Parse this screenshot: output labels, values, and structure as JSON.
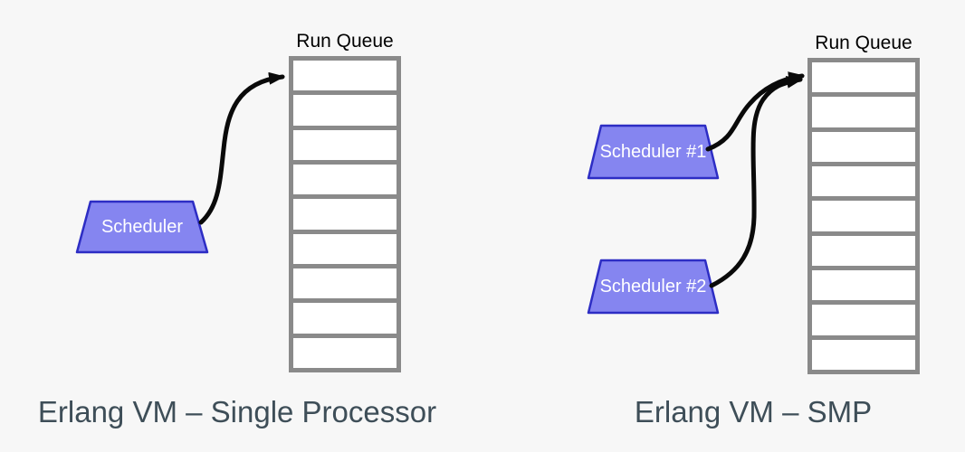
{
  "canvas": {
    "background": "#f7f7f7"
  },
  "colors": {
    "scheduler_fill": "#8585f0",
    "scheduler_border": "#2d2dc4",
    "scheduler_text": "#ffffff",
    "queue_border": "#8a8a8a",
    "queue_cell_fill": "#ffffff",
    "arrow": "#0a0a0a",
    "caption_text": "#3e4e58",
    "queue_label_text": "#000000"
  },
  "left_diagram": {
    "queue_label": "Run Queue",
    "queue_cells": 9,
    "schedulers": [
      {
        "label": "Scheduler"
      }
    ],
    "caption": "Erlang VM – Single Processor"
  },
  "right_diagram": {
    "queue_label": "Run Queue",
    "queue_cells": 9,
    "schedulers": [
      {
        "label": "Scheduler #1"
      },
      {
        "label": "Scheduler #2"
      }
    ],
    "caption": "Erlang VM – SMP"
  }
}
